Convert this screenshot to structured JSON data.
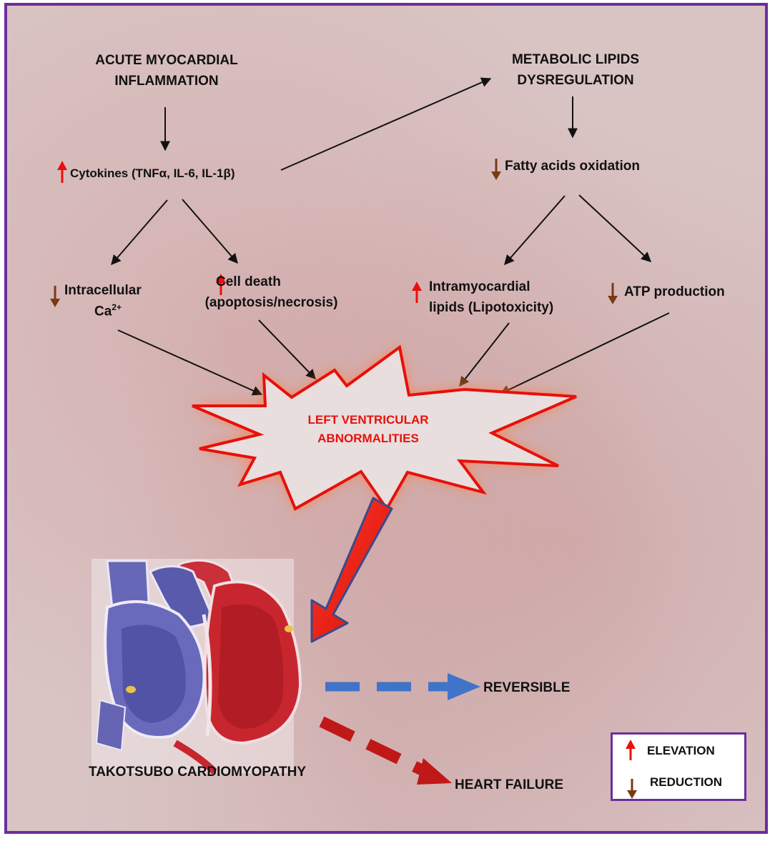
{
  "nodes": {
    "acute_inflammation": {
      "line1": "ACUTE MYOCARDIAL",
      "line2": "INFLAMMATION"
    },
    "metabolic": {
      "line1": "METABOLIC LIPIDS",
      "line2": "DYSREGULATION"
    },
    "cytokines": {
      "text": "Cytokines (TNFα, IL-6, IL-1β)",
      "indicator": "elevation"
    },
    "fatty_acids": {
      "text": "Fatty acids oxidation",
      "indicator": "reduction"
    },
    "intracellular": {
      "line1": "Intracellular",
      "line2": "Ca",
      "line2_sup": "2+",
      "indicator": "reduction"
    },
    "cell_death": {
      "line1": "Cell death",
      "line2": "(apoptosis/necrosis)",
      "indicator": "elevation"
    },
    "intramyocardial": {
      "line1": "Intramyocardial",
      "line2": "lipids (Lipotoxicity)",
      "indicator": "elevation"
    },
    "atp": {
      "text": "ATP production",
      "indicator": "reduction"
    },
    "lv_abnormalities": {
      "line1": "LEFT VENTRICULAR",
      "line2": "ABNORMALITIES"
    },
    "takotsubo": {
      "text": "TAKOTSUBO CARDIOMYOPATHY"
    },
    "reversible": {
      "text": "REVERSIBLE"
    },
    "heart_failure": {
      "text": "HEART FAILURE"
    }
  },
  "legend": {
    "elevation": "ELEVATION",
    "reduction": "REDUCTION"
  },
  "colors": {
    "elevation_arrow": "#e8100a",
    "reduction_arrow": "#7a3a14",
    "frame": "#6a2f9a",
    "lv_text": "#e8100a",
    "reversible_arrow": "#3f74c9",
    "heart_failure_arrow": "#c01818"
  }
}
